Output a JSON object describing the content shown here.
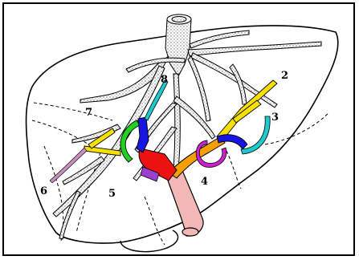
{
  "figure": {
    "segment_labels": {
      "s2": "2",
      "s3": "3",
      "s4": "4",
      "s5": "5",
      "s6": "6",
      "s7": "7",
      "s8": "8"
    },
    "colors": {
      "stipple": "#8c8c8c",
      "yellow": "#f7e000",
      "orange": "#f5a000",
      "red": "#ee1111",
      "pink": "#f4b7b7",
      "green": "#1fd21f",
      "blue": "#1616e0",
      "cyan": "#1ec8cc",
      "magenta": "#cc22cc",
      "purple": "#9a3fd0",
      "lilac": "#c890c0"
    }
  }
}
